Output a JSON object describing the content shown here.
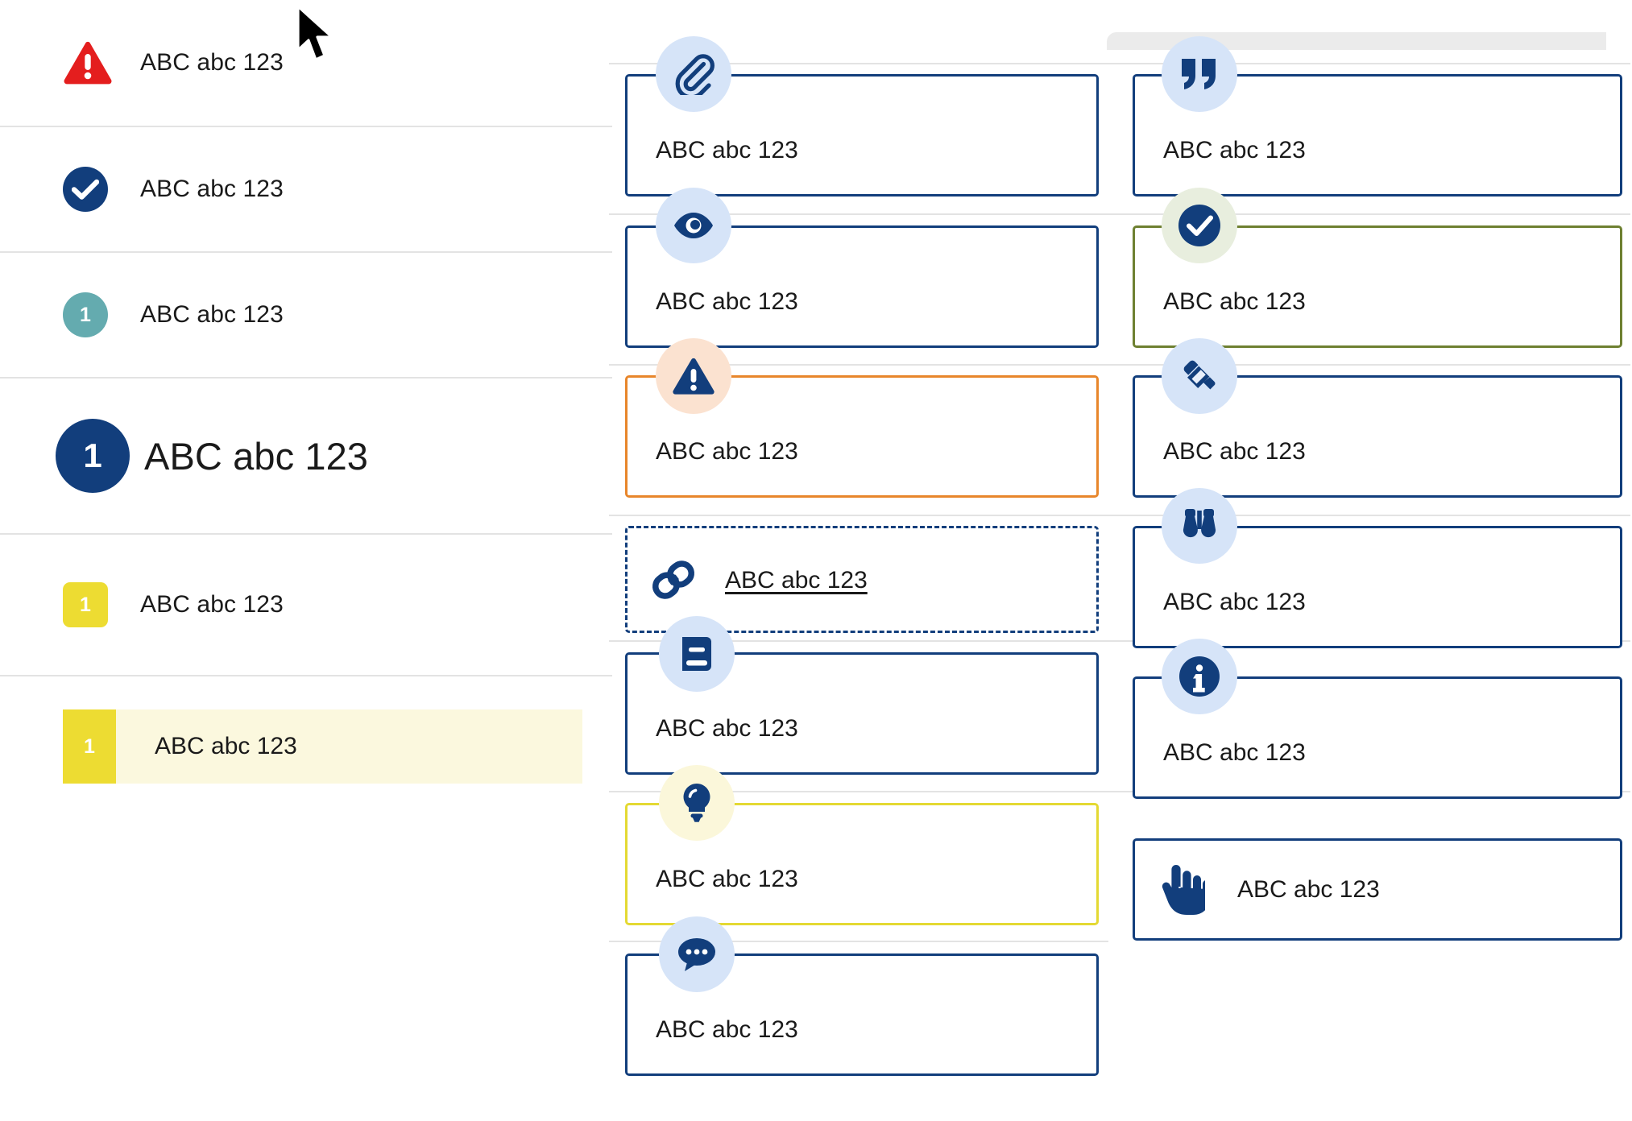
{
  "sample_text": "ABC abc 123",
  "sidebar": {
    "items": [
      {
        "label": "ABC abc 123",
        "badge": "warning-triangle",
        "badge_text": "",
        "badge_color": "#E41E1E",
        "size": "normal"
      },
      {
        "label": "ABC abc 123",
        "badge": "check-circle",
        "badge_text": "",
        "badge_color": "#123E7C",
        "size": "normal"
      },
      {
        "label": "ABC abc 123",
        "badge": "number-circle",
        "badge_text": "1",
        "badge_color": "#64ABAF",
        "size": "normal"
      },
      {
        "label": "ABC abc 123",
        "badge": "number-circle",
        "badge_text": "1",
        "badge_color": "#123E7C",
        "size": "large"
      },
      {
        "label": "ABC abc 123",
        "badge": "number-square",
        "badge_text": "1",
        "badge_color": "#EDDC32",
        "size": "normal"
      }
    ],
    "highlighted_item": {
      "label": "ABC abc 123",
      "badge_text": "1",
      "badge_color": "#EDDC32",
      "background_color": "#FBF8DE"
    }
  },
  "middle_column": {
    "cards": [
      {
        "label": "ABC abc 123",
        "icon": "paperclip-icon",
        "border_color": "#123E7C",
        "medallion_color": "#D6E4F8",
        "style": "solid",
        "layout": "stacked"
      },
      {
        "label": "ABC abc 123",
        "icon": "eye-icon",
        "border_color": "#123E7C",
        "medallion_color": "#D6E4F8",
        "style": "solid",
        "layout": "stacked"
      },
      {
        "label": "ABC abc 123",
        "icon": "warning-icon",
        "border_color": "#E8862B",
        "medallion_color": "#FBE2D0",
        "style": "solid",
        "layout": "stacked"
      },
      {
        "label": "ABC abc 123",
        "icon": "link-icon",
        "border_color": "#123E7C",
        "medallion_color": "none",
        "style": "dashed",
        "layout": "inline"
      },
      {
        "label": "ABC abc 123",
        "icon": "book-icon",
        "border_color": "#123E7C",
        "medallion_color": "#D6E4F8",
        "style": "solid",
        "layout": "stacked"
      },
      {
        "label": "ABC abc 123",
        "icon": "lightbulb-icon",
        "border_color": "#E4D933",
        "medallion_color": "#FBF7DA",
        "style": "solid",
        "layout": "stacked"
      },
      {
        "label": "ABC abc 123",
        "icon": "comment-icon",
        "border_color": "#123E7C",
        "medallion_color": "#D6E4F8",
        "style": "solid",
        "layout": "stacked"
      }
    ]
  },
  "right_column": {
    "cards": [
      {
        "label": "ABC abc 123",
        "icon": "quote-icon",
        "border_color": "#123E7C",
        "medallion_color": "#D6E4F8",
        "style": "solid",
        "layout": "stacked"
      },
      {
        "label": "ABC abc 123",
        "icon": "check-icon",
        "border_color": "#6E8031",
        "medallion_color": "#E8EEDE",
        "style": "solid",
        "layout": "stacked"
      },
      {
        "label": "ABC abc 123",
        "icon": "pencil-icon",
        "border_color": "#123E7C",
        "medallion_color": "#D6E4F8",
        "style": "solid",
        "layout": "stacked"
      },
      {
        "label": "ABC abc 123",
        "icon": "binoculars-icon",
        "border_color": "#123E7C",
        "medallion_color": "#D6E4F8",
        "style": "solid",
        "layout": "stacked"
      },
      {
        "label": "ABC abc 123",
        "icon": "info-icon",
        "border_color": "#123E7C",
        "medallion_color": "#D6E4F8",
        "style": "solid",
        "layout": "stacked"
      },
      {
        "label": "ABC abc 123",
        "icon": "pointing-hand-icon",
        "border_color": "#123E7C",
        "medallion_color": "none",
        "style": "solid",
        "layout": "inline"
      }
    ]
  },
  "colors": {
    "navy": "#123E7C",
    "red": "#E41E1E",
    "teal": "#64ABAF",
    "yellow": "#EDDC32",
    "orange": "#E8862B",
    "olive": "#6E8031",
    "light_blue": "#D6E4F8",
    "peach": "#FBE2D0",
    "pale_yellow": "#FBF8DE",
    "pale_green": "#E8EEDE",
    "divider": "#E3E3E3"
  }
}
